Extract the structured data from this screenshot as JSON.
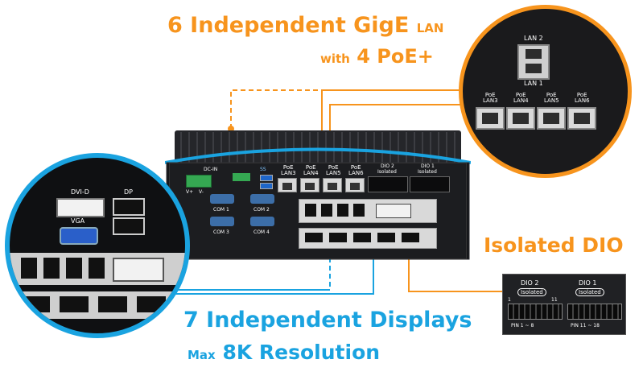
{
  "headline_lan": {
    "line1_main": "6 Independent GigE",
    "line1_small": "LAN",
    "line2_small": "with",
    "line2_main": "4 PoE+"
  },
  "headline_dio": {
    "text": "Isolated DIO"
  },
  "headline_displays": {
    "line1": "7 Independent Displays",
    "line2_small": "Max",
    "line2_main": "8K Resolution"
  },
  "lan_callout": {
    "lan2": "LAN 2",
    "lan1": "LAN 1",
    "poe": "PoE",
    "ports": [
      "LAN3",
      "LAN4",
      "LAN5",
      "LAN6"
    ]
  },
  "display_callout": {
    "dvi": "DVI-D",
    "dp": "DP",
    "vga": "VGA"
  },
  "dio_callout": {
    "dio2": "DIO 2",
    "dio1": "DIO 1",
    "isolated": "Isolated",
    "pin_left": "1",
    "pin_right": "11",
    "pin_row_left": "PIN 1 ~ 8",
    "pin_row_right": "PIN 11 ~ 18"
  },
  "device": {
    "dcin": "DC-IN",
    "ss": "SS",
    "com1": "COM 1",
    "com2": "COM 2",
    "com3": "COM 3",
    "com4": "COM 4",
    "dio2": "DIO 2",
    "dio1": "DIO 1",
    "isolated": "Isolated",
    "poe": "PoE",
    "lan3": "LAN3",
    "lan4": "LAN4",
    "lan5": "LAN5",
    "lan6": "LAN6",
    "vplus": "V+",
    "vminus": "V-"
  },
  "colors": {
    "orange": "#f7941d",
    "blue": "#1aa3e0"
  }
}
